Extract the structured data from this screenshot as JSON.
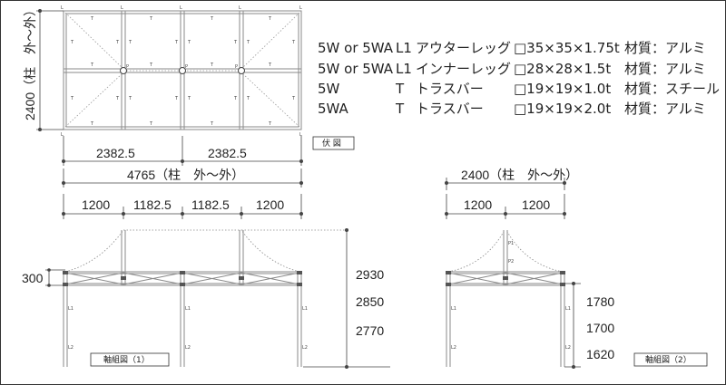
{
  "plan": {
    "caption": "伏 図",
    "width_half_left": "2382.5",
    "width_half_right": "2382.5",
    "width_total": "4765（柱　外～外）",
    "height_total": "2400（柱　外～外）"
  },
  "elevation1": {
    "caption": "軸組図（1）",
    "spans": [
      "1200",
      "1182.5",
      "1182.5",
      "1200"
    ],
    "eave_drop": "300",
    "heights": [
      "2930",
      "2850",
      "2770"
    ],
    "labels": {
      "leg_top": "L1",
      "leg_bottom": "L2"
    }
  },
  "elevation2": {
    "caption": "軸組図（2）",
    "width_total": "2400（柱　外～外）",
    "spans": [
      "1200",
      "1200"
    ],
    "heights": [
      "1780",
      "1700",
      "1620"
    ],
    "labels": {
      "p1": "P1",
      "p2": "P2",
      "leg_top": "L1",
      "leg_bottom": "L2"
    }
  },
  "spec_table": [
    {
      "model": "5W or 5WA",
      "part": "L1",
      "name": "アウターレッグ",
      "size": "□35×35×1.75t",
      "material": "材質：アルミ"
    },
    {
      "model": "5W or 5WA",
      "part": "L1",
      "name": "インナーレッグ",
      "size": "□28×28×1.5t",
      "material": "材質：アルミ"
    },
    {
      "model": "5W",
      "part": "T",
      "name": "トラスバー",
      "size": "□19×19×1.0t",
      "material": "材質：スチール"
    },
    {
      "model": "5WA",
      "part": "T",
      "name": "トラスバー",
      "size": "□19×19×2.0t",
      "material": "材質：アルミ"
    }
  ],
  "plan_marks": {
    "truss": "T",
    "leg": "L",
    "post": "P"
  },
  "colors": {
    "line": "#333333",
    "frame": "#8a8a8a",
    "dotted": "#888888",
    "background": "#ffffff"
  }
}
